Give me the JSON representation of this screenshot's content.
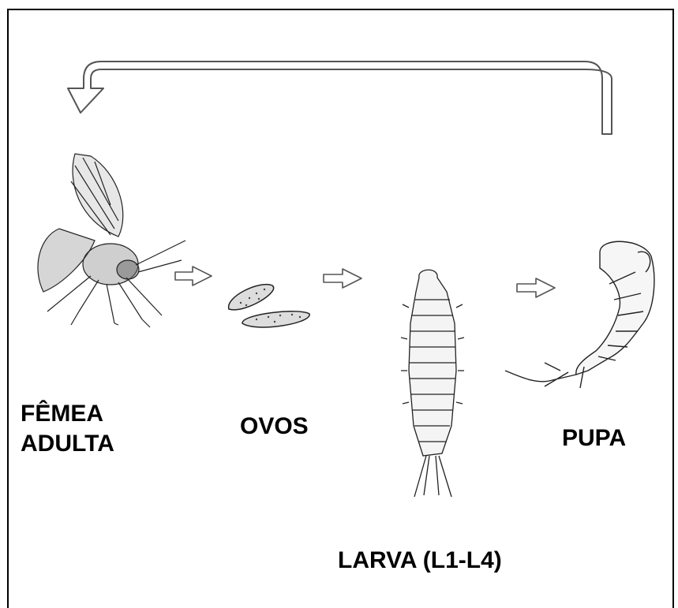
{
  "stages": {
    "femea_line1": "FÊMEA",
    "femea_line2": "ADULTA",
    "ovos": "OVOS",
    "larva": "LARVA (L1-L4)",
    "pupa": "PUPA"
  },
  "colors": {
    "line": "#000000",
    "arrow_stroke": "#555555",
    "background": "#ffffff"
  }
}
